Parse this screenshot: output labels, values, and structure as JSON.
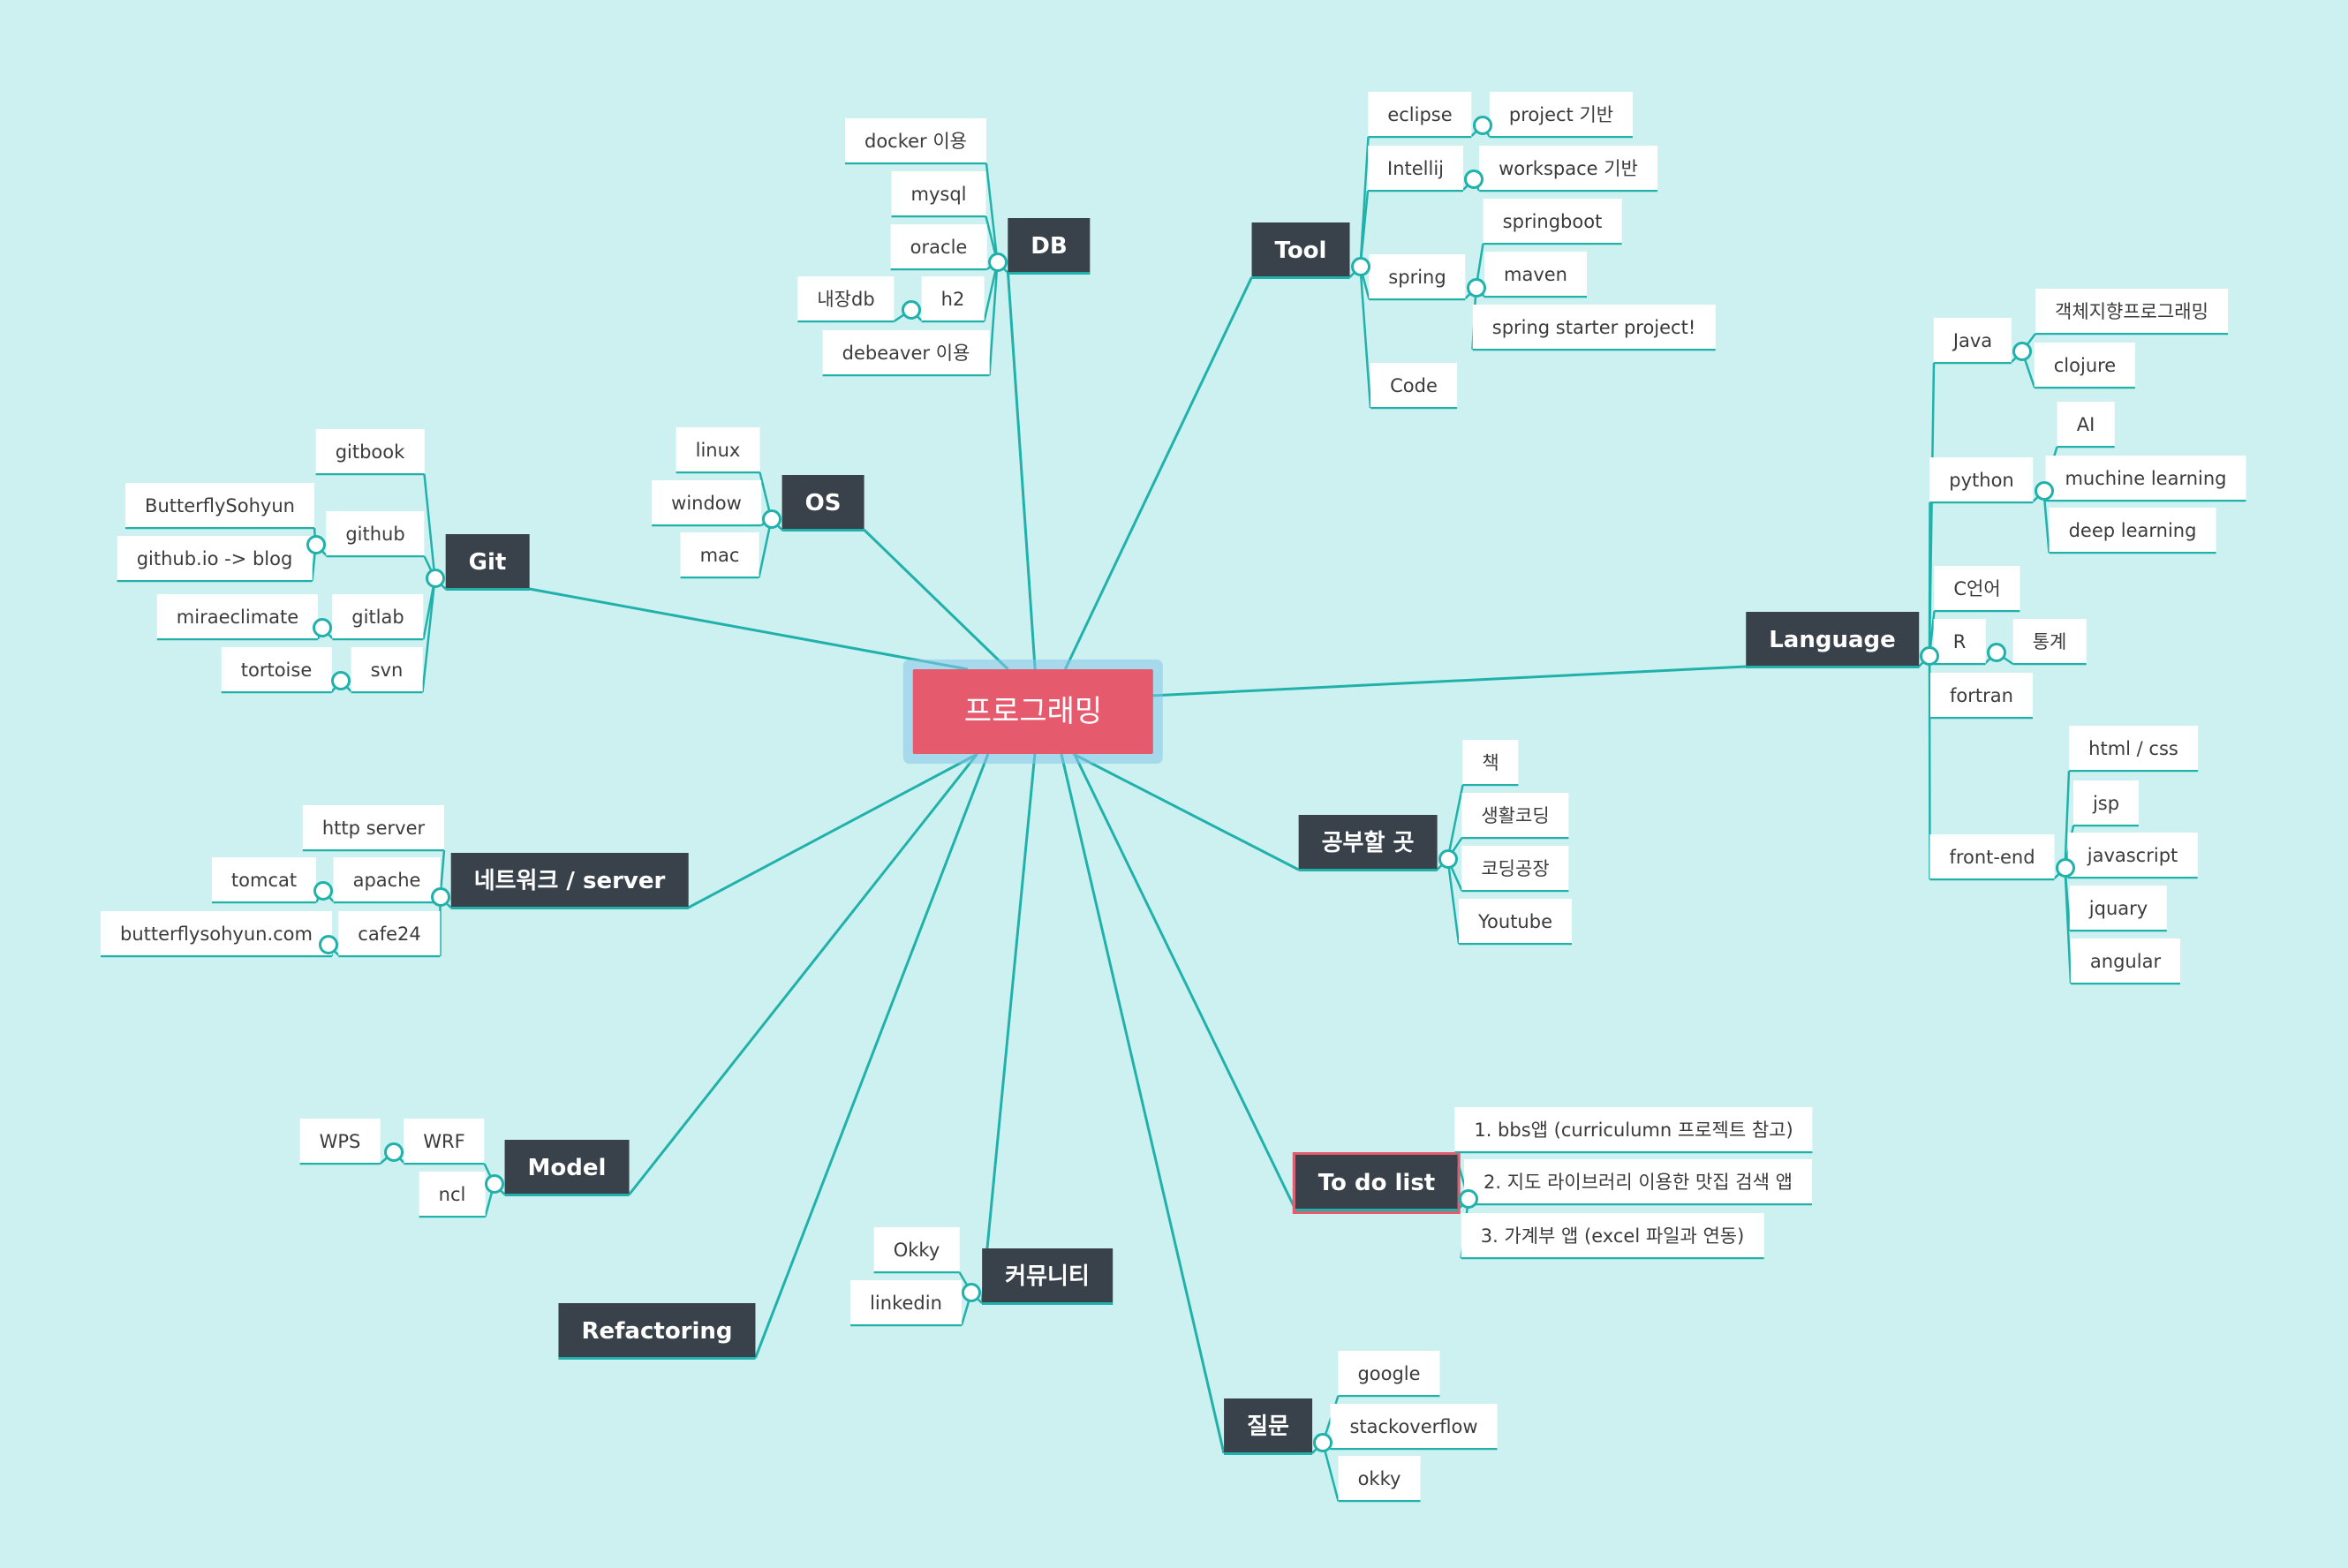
{
  "central": {
    "label": "프로그래밍"
  },
  "colors": {
    "background": "#cdf1f0",
    "line": "#21b1ab",
    "central": "#e65a6e",
    "topic": "#39424a",
    "leaf": "#ffffff"
  },
  "branches": {
    "db": {
      "label": "DB",
      "children": [
        "docker 이용",
        "mysql",
        "oracle",
        "h2",
        "debeaver 이용"
      ],
      "h2_child": "내장db"
    },
    "tool": {
      "label": "Tool",
      "children": [
        "eclipse",
        "Intellij",
        "spring",
        "Code"
      ],
      "eclipse_child": "project 기반",
      "intellij_child": "workspace 기반",
      "spring_children": [
        "springboot",
        "maven",
        "spring starter project!"
      ]
    },
    "os": {
      "label": "OS",
      "children": [
        "linux",
        "window",
        "mac"
      ]
    },
    "git": {
      "label": "Git",
      "children": [
        "gitbook",
        "github",
        "gitlab",
        "svn"
      ],
      "github_children": [
        "ButterflySohyun",
        "github.io -> blog"
      ],
      "gitlab_child": "miraeclimate",
      "svn_child": "tortoise"
    },
    "language": {
      "label": "Language",
      "children": [
        "Java",
        "python",
        "C언어",
        "R",
        "fortran",
        "front-end"
      ],
      "java_children": [
        "객체지향프로그래밍",
        "clojure"
      ],
      "python_children": [
        "AI",
        "muchine learning",
        "deep learning"
      ],
      "r_child": "통계",
      "frontend_children": [
        "html / css",
        "jsp",
        "javascript",
        "jquary",
        "angular"
      ]
    },
    "study": {
      "label": "공부할 곳",
      "children": [
        "책",
        "생활코딩",
        "코딩공장",
        "Youtube"
      ]
    },
    "network": {
      "label": "네트워크 / server",
      "children": [
        "http server",
        "apache",
        "cafe24"
      ],
      "apache_child": "tomcat",
      "cafe24_child": "butterflysohyun.com"
    },
    "model": {
      "label": "Model",
      "children": [
        "WRF",
        "ncl"
      ],
      "wrf_child": "WPS"
    },
    "refactoring": {
      "label": "Refactoring"
    },
    "community": {
      "label": "커뮤니티",
      "children": [
        "Okky",
        "linkedin"
      ]
    },
    "todo": {
      "label": "To do list",
      "children": [
        "1. bbs앱 (curriculumn 프로젝트 참고)",
        "2. 지도 라이브러리 이용한 맛집 검색 앱",
        "3. 가계부 앱 (excel 파일과 연동)"
      ]
    },
    "question": {
      "label": "질문",
      "children": [
        "google",
        "stackoverflow",
        "okky"
      ]
    }
  }
}
